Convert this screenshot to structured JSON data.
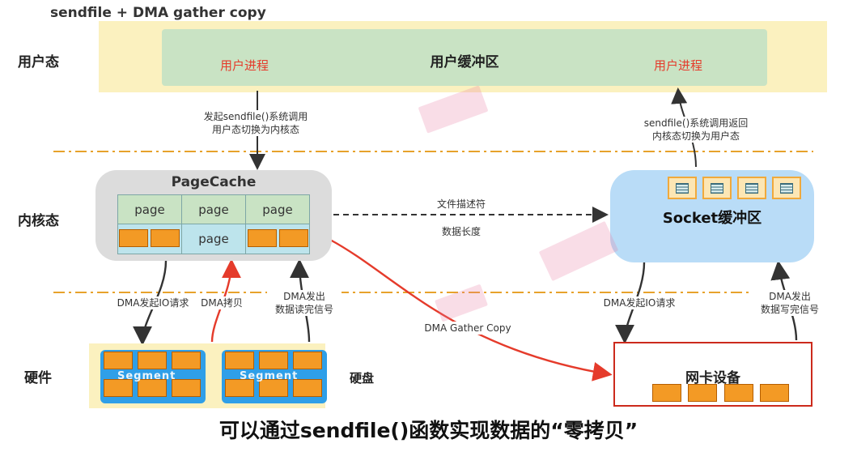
{
  "title": "sendfile + DMA gather copy",
  "layers": {
    "user": "用户态",
    "kernel": "内核态",
    "hardware": "硬件"
  },
  "user_space": {
    "buffer_title": "用户缓冲区",
    "process_left": "用户进程",
    "process_right": "用户进程"
  },
  "arrows": {
    "syscall_line1": "发起sendfile()系统调用",
    "syscall_line2": "用户态切换为内核态",
    "return_line1": "sendfile()系统调用返回",
    "return_line2": "内核态切换为用户态",
    "file_descriptor": "文件描述符",
    "data_length": "数据长度",
    "dma_io_request_left": "DMA发起IO请求",
    "dma_copy": "DMA拷贝",
    "dma_read_done_line1": "DMA发出",
    "dma_read_done_line2": "数据读完信号",
    "dma_gather_copy": "DMA Gather Copy",
    "dma_io_request_right": "DMA发起IO请求",
    "dma_write_done_line1": "DMA发出",
    "dma_write_done_line2": "数据写完信号"
  },
  "page_cache": {
    "title": "PageCache",
    "pages": [
      "page",
      "page",
      "page"
    ],
    "middle_page": "page"
  },
  "socket_buffer": {
    "title": "Socket缓冲区"
  },
  "disk": {
    "label": "硬盘",
    "segment_labels": [
      "Segment",
      "Segment"
    ]
  },
  "nic": {
    "title": "网卡设备"
  },
  "caption": "可以通过sendfile()函数实现数据的“零拷贝”",
  "colors": {
    "user_band": "#fbf1bf",
    "user_buffer": "#c9e3c4",
    "page_cache": "#dcdcdc",
    "socket_buffer": "#b9dcf7",
    "dashed_separator": "#e7a22b",
    "red_arrow": "#e53b2b",
    "data_block": "#f39a25"
  },
  "icons": [
    "envelope-icon",
    "table-icon",
    "segment-disk-icon"
  ]
}
